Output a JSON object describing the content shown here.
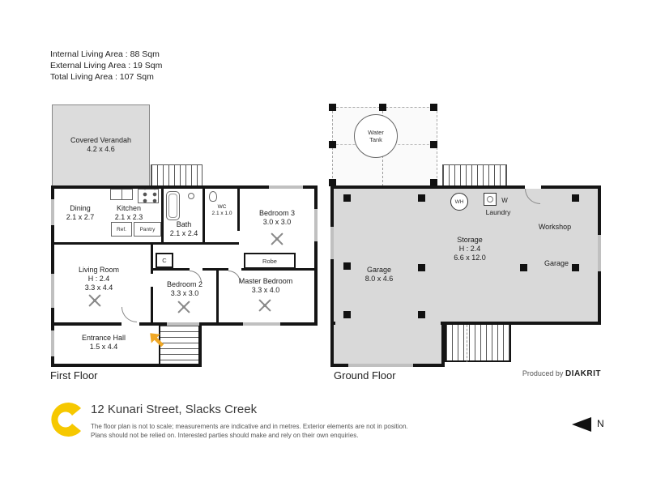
{
  "meta": {
    "areas": {
      "internal": "Internal Living Area : 88 Sqm",
      "external": "External Living Area : 19 Sqm",
      "total": "Total Living Area : 107 Sqm"
    }
  },
  "first_floor": {
    "label": "First Floor",
    "rooms": {
      "covered_verandah": {
        "name": "Covered Verandah",
        "dims": "4.2 x 4.6"
      },
      "dining": {
        "name": "Dining",
        "dims": "2.1 x 2.7"
      },
      "kitchen": {
        "name": "Kitchen",
        "dims": "2.1 x 2.3"
      },
      "ref": "Ref.",
      "pantry": "Pantry",
      "bath": {
        "name": "Bath",
        "dims": "2.1 x 2.4"
      },
      "wc": {
        "name": "WC",
        "dims": "2.1 x 1.0"
      },
      "bedroom3": {
        "name": "Bedroom 3",
        "dims": "3.0 x 3.0"
      },
      "robe": "Robe",
      "closet": "C",
      "living_room": {
        "name": "Living Room",
        "height": "H : 2.4",
        "dims": "3.3 x 4.4"
      },
      "bedroom2": {
        "name": "Bedroom 2",
        "dims": "3.3 x 3.0"
      },
      "master_bedroom": {
        "name": "Master Bedroom",
        "dims": "3.3 x 4.0"
      },
      "entrance_hall": {
        "name": "Entrance Hall",
        "dims": "1.5 x 4.4"
      }
    }
  },
  "ground_floor": {
    "label": "Ground Floor",
    "rooms": {
      "water_tank": "Water Tank",
      "wh": "WH",
      "washer": "W",
      "laundry": "Laundry",
      "workshop": "Workshop",
      "storage": {
        "name": "Storage",
        "height": "H : 2.4",
        "dims": "6.6 x 12.0"
      },
      "garage_main": {
        "name": "Garage",
        "dims": "8.0 x 4.6"
      },
      "garage_right": "Garage"
    }
  },
  "credits": {
    "produced_by": "Produced by",
    "brand": "DIAKRIT"
  },
  "footer": {
    "address": "12 Kunari Street, Slacks Creek",
    "disclaimer_line1": "The floor plan is not to scale; measurements are indicative and in metres. Exterior elements are not in position.",
    "disclaimer_line2": "Plans should not be relied on. Interested parties should make and rely on their own enquiries.",
    "north_label": "N"
  },
  "colors": {
    "wall": "#151515",
    "floor_fill": "#d9d9d9",
    "brand_yellow": "#f6c800",
    "arrow_gold": "#f0a826"
  }
}
